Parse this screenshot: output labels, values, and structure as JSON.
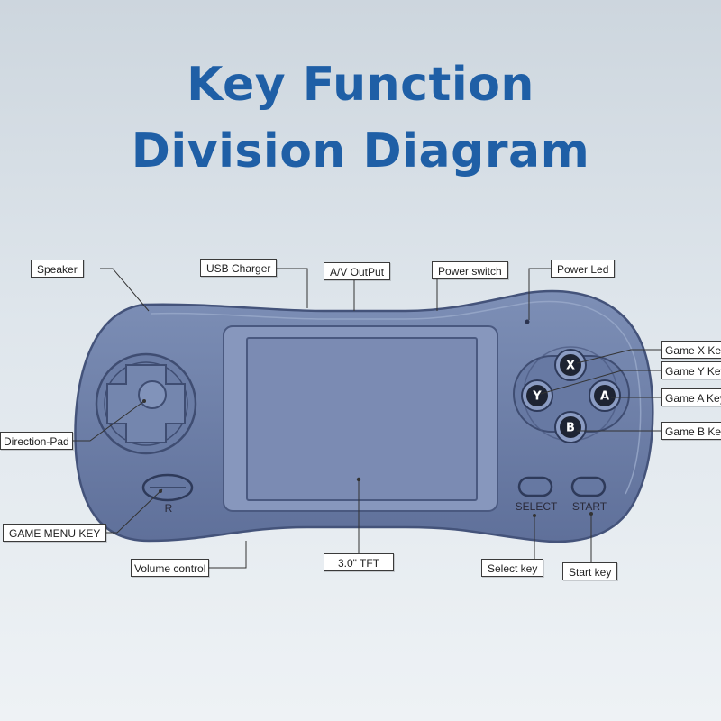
{
  "title": {
    "line1": "Key Function",
    "line2": "Division Diagram"
  },
  "device": {
    "buttons": {
      "x": "X",
      "y": "Y",
      "a": "A",
      "b": "B"
    },
    "r_label": "R",
    "select_label": "SELECT",
    "start_label": "START"
  },
  "callouts": {
    "speaker": "Speaker",
    "usb_charger": "USB Charger",
    "av_output": "A/V OutPut",
    "power_switch": "Power switch",
    "power_led": "Power Led",
    "game_x_key": "Game X Key",
    "game_y_key": "Game Y Key",
    "game_a_key": "Game A Key",
    "game_b_key": "Game B Key",
    "direction_pad": "Direction-Pad",
    "game_menu_key": "GAME MENU KEY",
    "volume_control": "Volume control",
    "screen_tft": "3.0\" TFT",
    "select_key": "Select key",
    "start_key": "Start key"
  },
  "colors": {
    "title": "#1f5fa6",
    "device_body": "#6f82aa",
    "device_outline": "#4a5980",
    "screen": "#7d8db4",
    "face_button": "#1e2433"
  }
}
